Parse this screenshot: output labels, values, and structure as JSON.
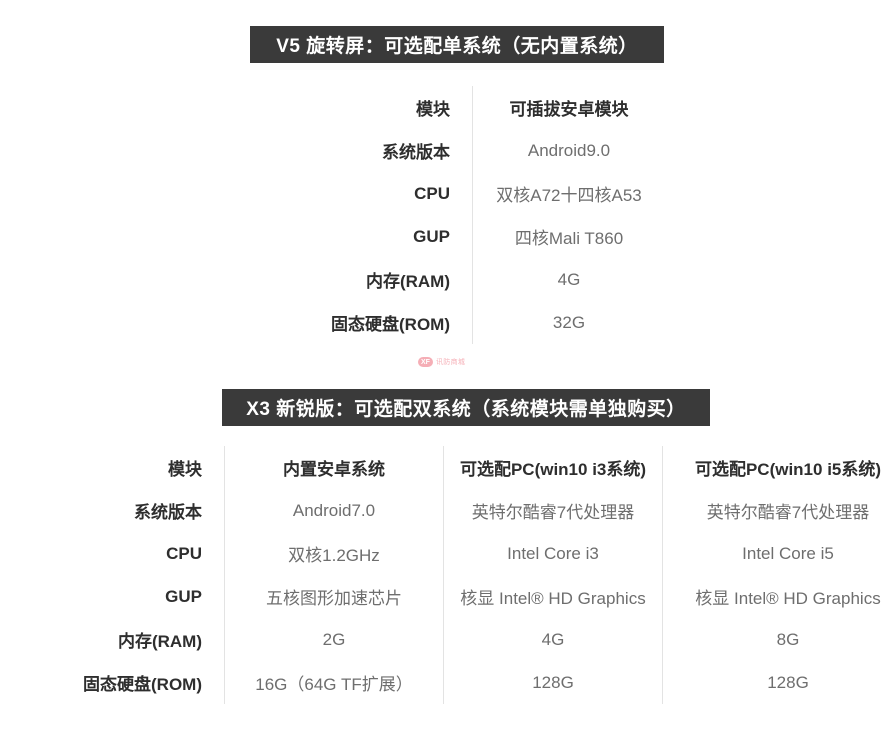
{
  "sections": [
    {
      "id": "v5",
      "banner": "V5 旋转屏：可选配单系统（无内置系统）",
      "banner_bg": "#3a3a3a",
      "banner_color": "#ffffff",
      "columns": [
        "模块",
        "可插拔安卓模块"
      ],
      "rows": [
        {
          "label": "系统版本",
          "values": [
            "Android9.0"
          ]
        },
        {
          "label": "CPU",
          "values": [
            "双核A72十四核A53"
          ]
        },
        {
          "label": "GUP",
          "values": [
            "四核Mali T860"
          ]
        },
        {
          "label": "内存(RAM)",
          "values": [
            "4G"
          ]
        },
        {
          "label": "固态硬盘(ROM)",
          "values": [
            "32G"
          ]
        }
      ]
    },
    {
      "id": "x3",
      "banner": "X3 新锐版：可选配双系统（系统模块需单独购买）",
      "banner_bg": "#3a3a3a",
      "banner_color": "#ffffff",
      "columns": [
        "模块",
        "内置安卓系统",
        "可选配PC(win10 i3系统)",
        "可选配PC(win10 i5系统)"
      ],
      "rows": [
        {
          "label": "系统版本",
          "values": [
            "Android7.0",
            "英特尔酷睿7代处理器",
            "英特尔酷睿7代处理器"
          ]
        },
        {
          "label": "CPU",
          "values": [
            "双核1.2GHz",
            "Intel Core i3",
            "Intel Core i5"
          ]
        },
        {
          "label": "GUP",
          "values": [
            "五核图形加速芯片",
            "核显 Intel® HD Graphics",
            "核显 Intel® HD Graphics"
          ]
        },
        {
          "label": "内存(RAM)",
          "values": [
            "2G",
            "4G",
            "8G"
          ]
        },
        {
          "label": "固态硬盘(ROM)",
          "values": [
            "16G（64G TF扩展）",
            "128G",
            "128G"
          ]
        }
      ]
    }
  ],
  "watermark": {
    "badge": "XF",
    "text": "讯防商城",
    "color": "#f07a87"
  }
}
